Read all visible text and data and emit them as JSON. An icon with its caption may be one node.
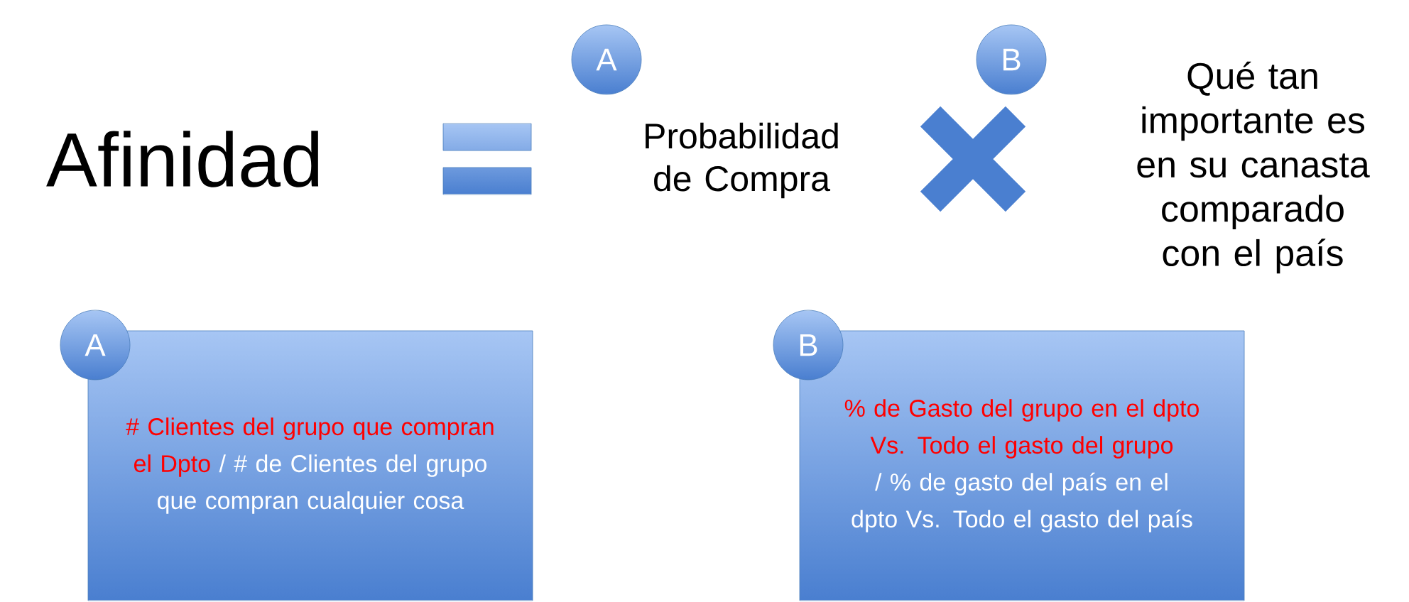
{
  "diagram": {
    "nodes": [
      {
        "text": [
          "A"
        ]
      },
      {
        "text": [
          "B"
        ]
      },
      {
        "text": [
          "A"
        ]
      },
      {
        "text": [
          "# Clientes del grupo que compran el Dpto",
          "/ # de Clientes del grupo que compran cualquier cosa"
        ]
      },
      {
        "text": [
          "B"
        ]
      },
      {
        "text": [
          "% de Gasto del grupo en el dpto Vs. Todo el gasto del grupo",
          "/ % de gasto del país en el dpto Vs. Todo el gasto del país"
        ]
      }
    ],
    "labels": [
      "Afinidad",
      "Probabilidad de Compra",
      "Qué tan importante es en su canasta comparado con el país"
    ]
  }
}
